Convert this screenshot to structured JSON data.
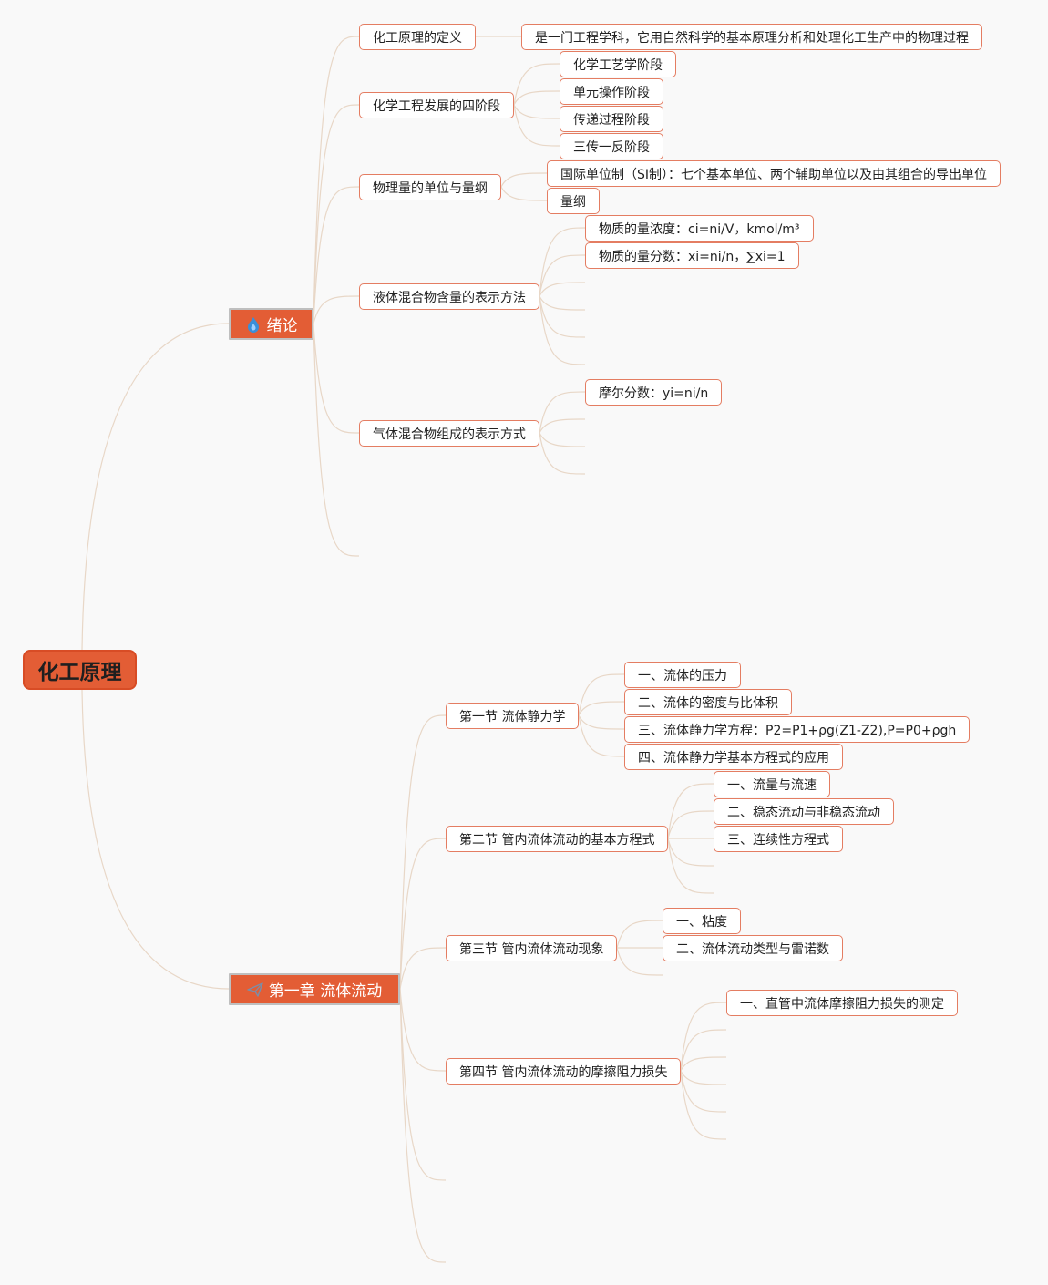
{
  "root": {
    "label": "化工原理"
  },
  "colors": {
    "accent": "#e35d35",
    "node_border": "#e47d62",
    "connector": "#e8d7c7",
    "background": "#f9f9f9"
  },
  "branches": [
    {
      "label": "绪论",
      "icon": "fire-drop-icon",
      "children": [
        {
          "label": "化工原理的定义",
          "children": [
            "是一门工程学科，它用自然科学的基本原理分析和处理化工生产中的物理过程"
          ]
        },
        {
          "label": "化学工程发展的四阶段",
          "children": [
            "化学工艺学阶段",
            "单元操作阶段",
            "传递过程阶段",
            "三传一反阶段"
          ]
        },
        {
          "label": "物理量的单位与量纲",
          "children": [
            "国际单位制（SI制）：七个基本单位、两个辅助单位以及由其组合的导出单位",
            "量纲"
          ]
        },
        {
          "label": "液体混合物含量的表示方法",
          "children": [
            "物质的量浓度：ci=ni/V，kmol/m³",
            "物质的量分数：xi=ni/n，∑xi=1"
          ]
        },
        {
          "label": "气体混合物组成的表示方式",
          "children": [
            "摩尔分数：yi=ni/n"
          ]
        }
      ]
    },
    {
      "label": "第一章 流体流动",
      "icon": "paper-plane-icon",
      "children": [
        {
          "label": "第一节 流体静力学",
          "children": [
            "一、流体的压力",
            "二、流体的密度与比体积",
            "三、流体静力学方程：P2=P1+ρg(Z1-Z2),P=P0+ρgh",
            "四、流体静力学基本方程式的应用"
          ]
        },
        {
          "label": "第二节 管内流体流动的基本方程式",
          "children": [
            "一、流量与流速",
            "二、稳态流动与非稳态流动",
            "三、连续性方程式"
          ]
        },
        {
          "label": "第三节 管内流体流动现象",
          "children": [
            "一、粘度",
            "二、流体流动类型与雷诺数"
          ]
        },
        {
          "label": "第四节 管内流体流动的摩擦阻力损失",
          "children": [
            "一、直管中流体摩擦阻力损失的测定"
          ]
        }
      ]
    }
  ]
}
